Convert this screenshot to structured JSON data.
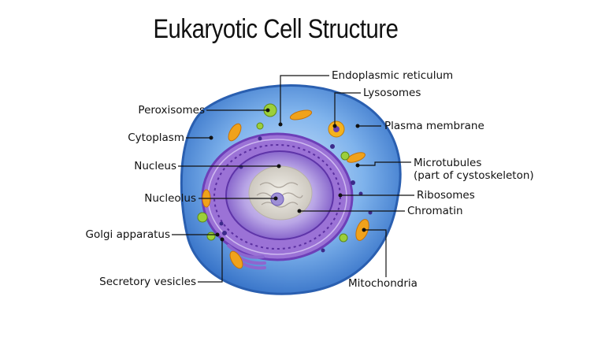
{
  "title": "Eukaryotic Cell Structure",
  "labels": {
    "endoplasmic_reticulum": "Endoplasmic reticulum",
    "lysosomes": "Lysosomes",
    "peroxisomes": "Peroxisomes",
    "plasma_membrane": "Plasma membrane",
    "cytoplasm": "Cytoplasm",
    "microtubules_1": "Microtubules",
    "microtubules_2": "(part of cystoskeleton)",
    "nucleus": "Nucleus",
    "ribosomes": "Ribosomes",
    "nucleolus": "Nucleolus",
    "chromatin": "Chromatin",
    "golgi_apparatus": "Golgi apparatus",
    "secretory_vesicles": "Secretory vesicles",
    "mitochondria": "Mitochondria"
  },
  "colors": {
    "cell_outer": "#3f7fd6",
    "cell_inner": "#7fb3ec",
    "er": "#8a5bc9",
    "nucleus": "#b9a6e6",
    "nucleolus": "#d9d6cf",
    "mitochondria": "#f0a21b",
    "peroxisome": "#9ccf3a"
  }
}
